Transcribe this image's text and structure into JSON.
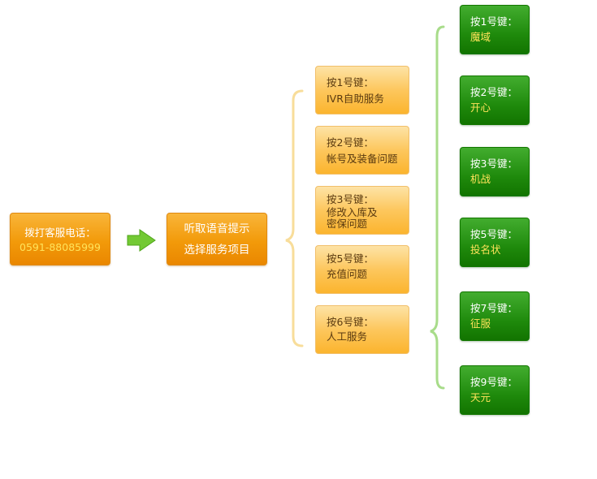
{
  "start": {
    "line1": "拨打客服电话：",
    "phone": "0591-88085999"
  },
  "ivr": {
    "line1": "听取语音提示",
    "line2": "选择服务项目"
  },
  "options": [
    {
      "key": "按1号键：",
      "label": "IVR自助服务"
    },
    {
      "key": "按2号键：",
      "label": "帐号及装备问题"
    },
    {
      "key": "按3号键：",
      "label": "修改入库及\n密保问题"
    },
    {
      "key": "按5号键：",
      "label": "充值问题"
    },
    {
      "key": "按6号键：",
      "label": "人工服务"
    }
  ],
  "sub_options": [
    {
      "key": "按1号键：",
      "label": "魔域"
    },
    {
      "key": "按2号键：",
      "label": "开心"
    },
    {
      "key": "按3号键：",
      "label": "机战"
    },
    {
      "key": "按5号键：",
      "label": "投名状"
    },
    {
      "key": "按7号键：",
      "label": "征服"
    },
    {
      "key": "按9号键：",
      "label": "天元"
    }
  ],
  "colors": {
    "orange": "#f29a0a",
    "light_orange": "#fdc75d",
    "green": "#1f8a0c",
    "arrow": "#6cc42a",
    "bracket_orange": "#f8dd9a",
    "bracket_green": "#a8dc8a"
  }
}
